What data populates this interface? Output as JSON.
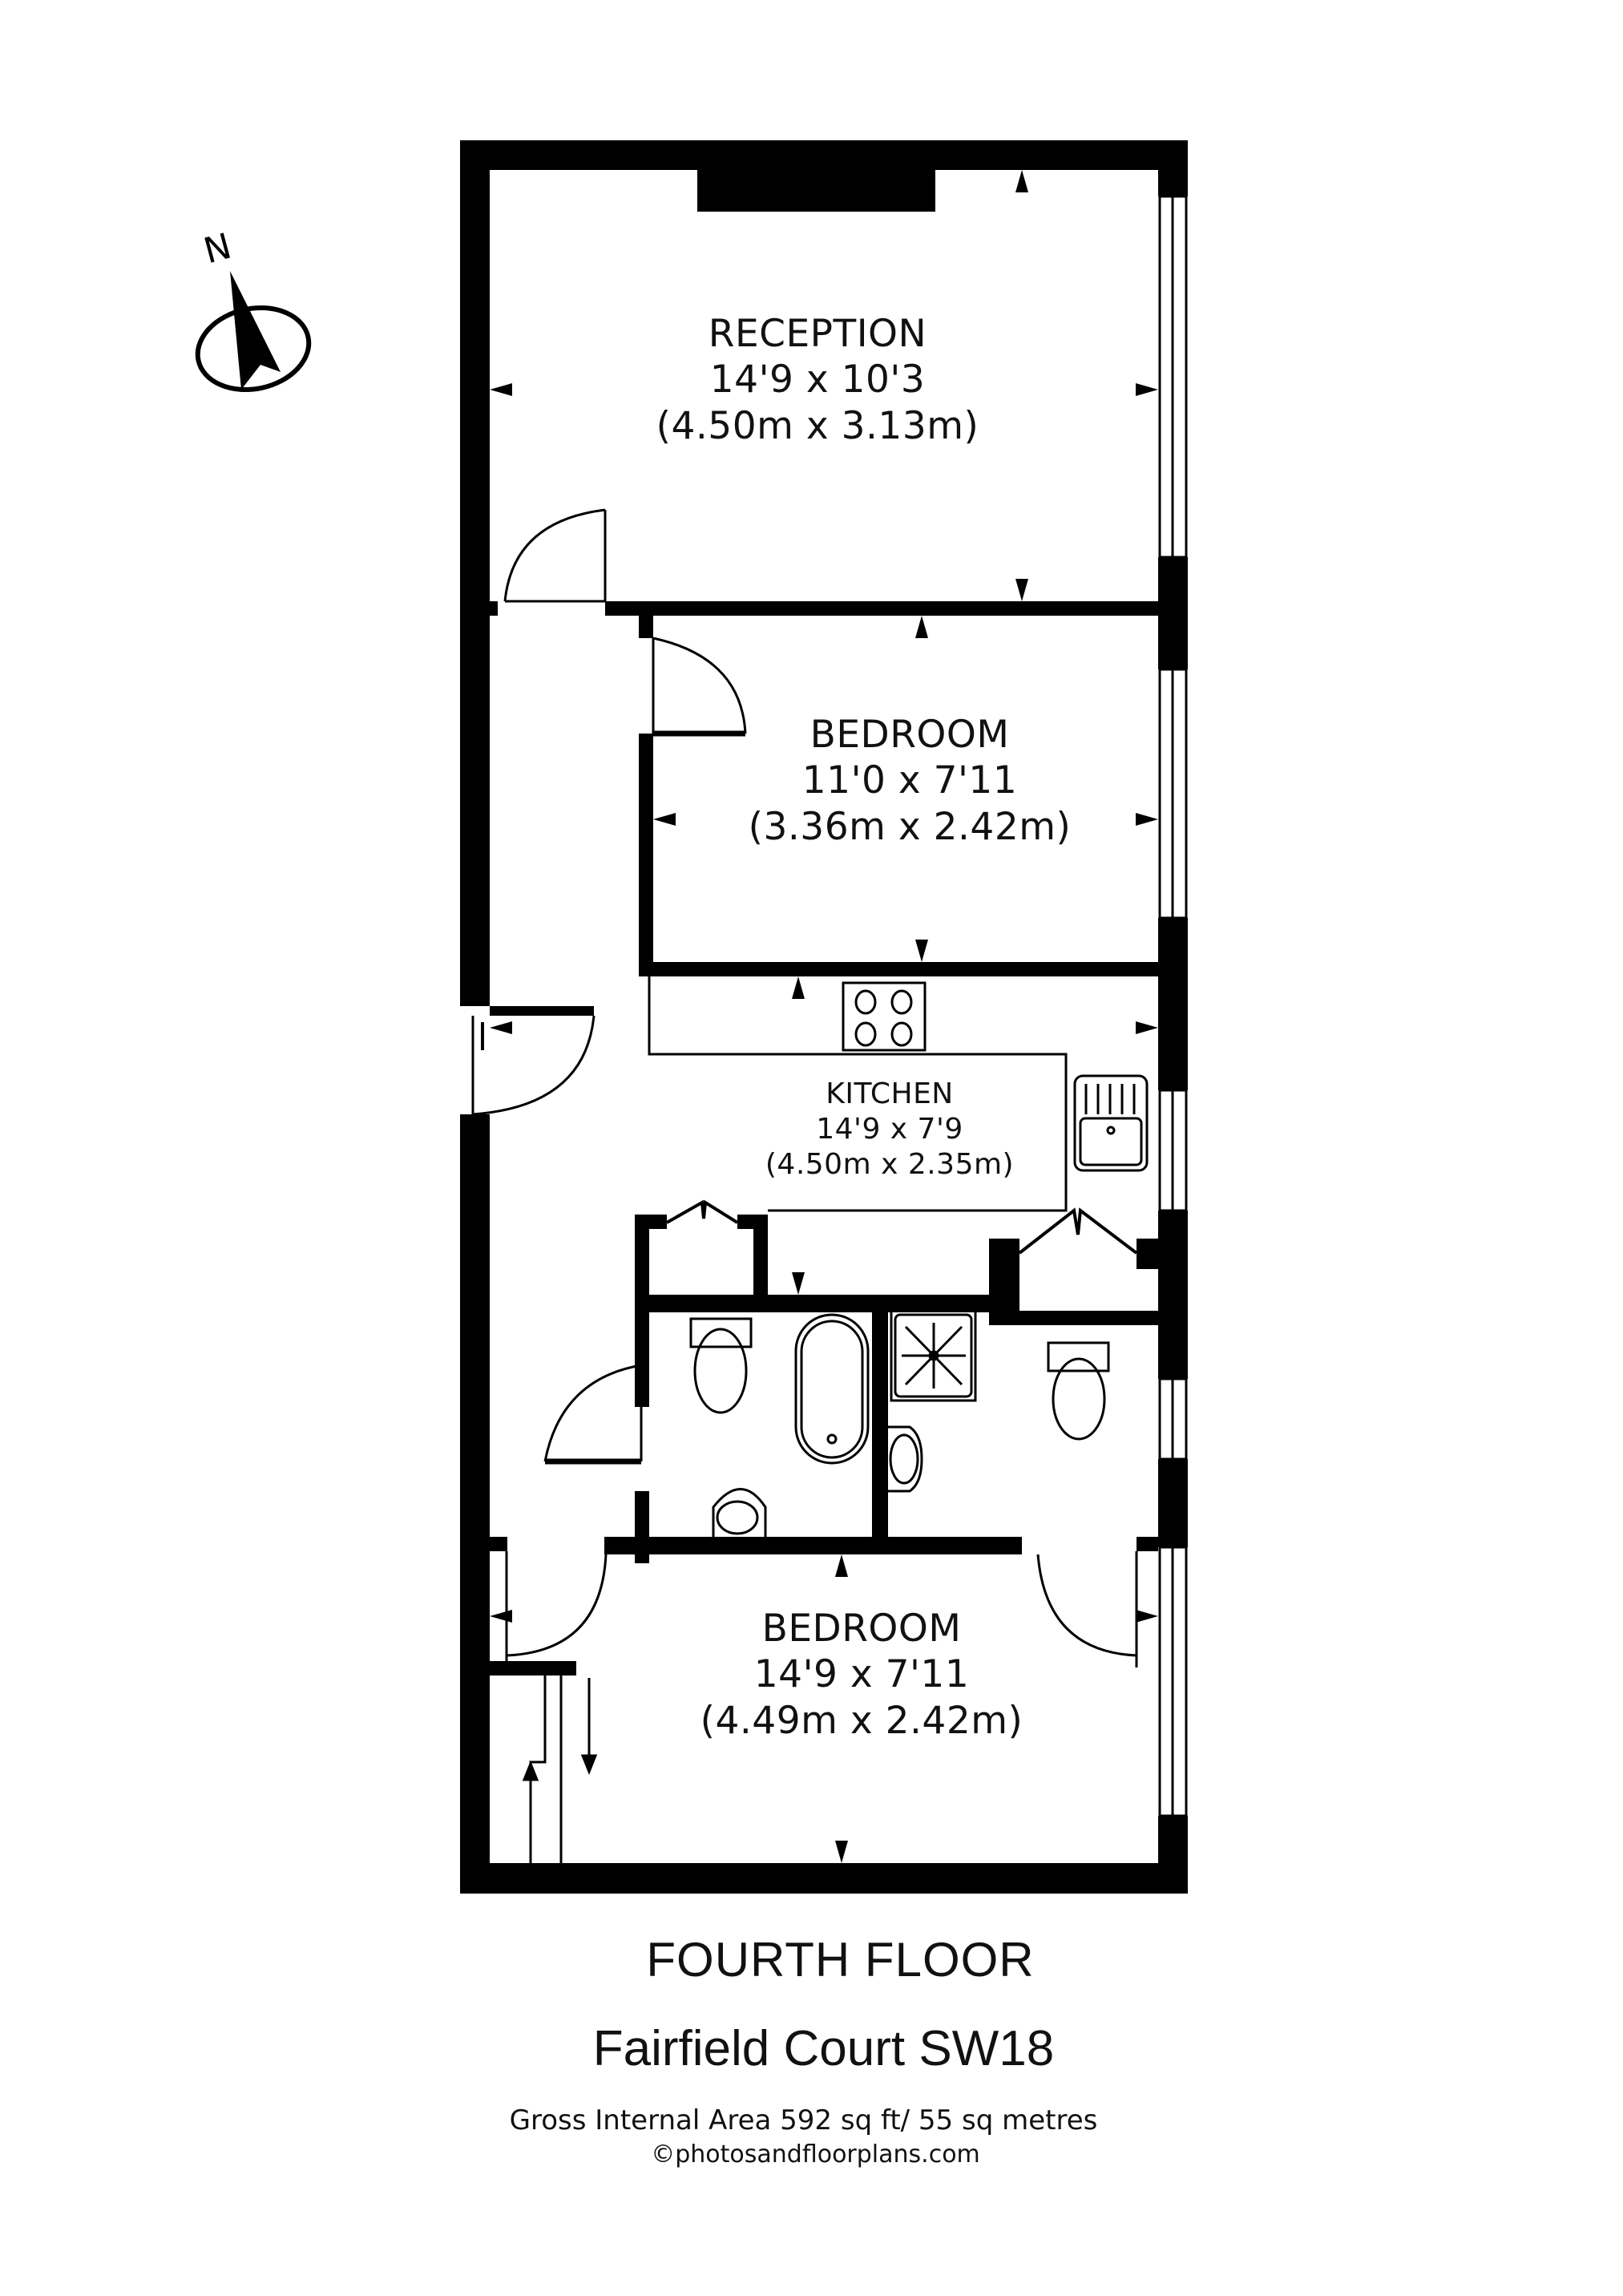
{
  "compass": {
    "label": "N",
    "icon": "north-arrow-icon"
  },
  "rooms": [
    {
      "id": "reception",
      "name": "RECEPTION",
      "imperial": "14'9 x 10'3",
      "metric": "(4.50m x 3.13m)"
    },
    {
      "id": "bedroom-1",
      "name": "BEDROOM",
      "imperial": "11'0 x 7'11",
      "metric": "(3.36m x 2.42m)"
    },
    {
      "id": "kitchen",
      "name": "KITCHEN",
      "imperial": "14'9 x 7'9",
      "metric": "(4.50m x 2.35m)"
    },
    {
      "id": "bedroom-2",
      "name": "BEDROOM",
      "imperial": "14'9 x 7'11",
      "metric": "(4.49m x 2.42m)"
    }
  ],
  "fixtures": [
    "hob-icon",
    "sink-icon",
    "toilet-icon",
    "bath-icon",
    "shower-tray-icon",
    "basin-icon",
    "wardrobe-icon"
  ],
  "footer": {
    "floor": "FOURTH FLOOR",
    "building": "Fairfield Court SW18",
    "area": "Gross Internal Area 592 sq ft/  55 sq metres",
    "copyright": "©photosandfloorplans.com"
  },
  "colors": {
    "wall": "#000000",
    "background": "#ffffff",
    "line": "#000000"
  }
}
